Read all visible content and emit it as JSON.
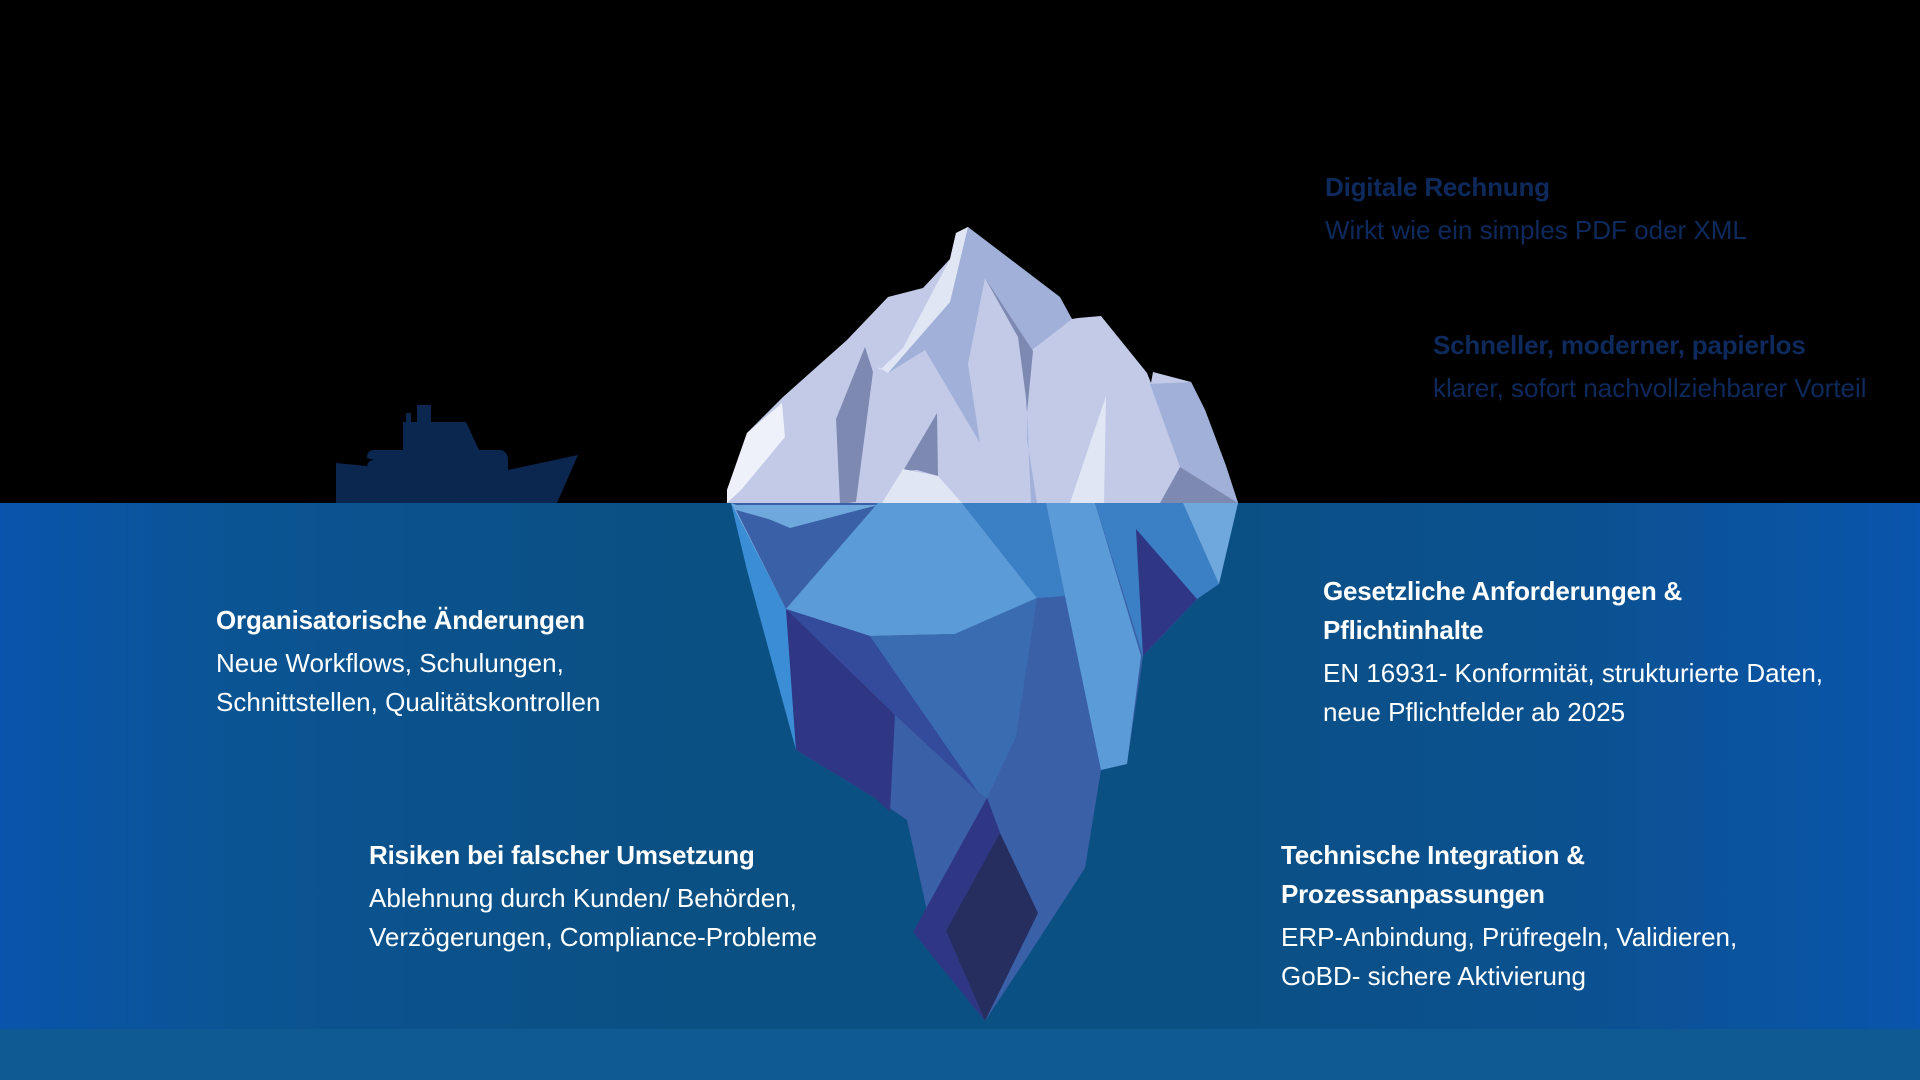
{
  "diagram": {
    "type": "iceberg",
    "colors": {
      "sky": "#000000",
      "water_center": "#0b5083",
      "water_edges": "#0a55ad",
      "seabed": "#0f5a93",
      "ship": "#0b264f",
      "above_text": "#0e2a5c",
      "below_text": "#ffffff"
    },
    "above_water": [
      {
        "title": "Digitale Rechnung",
        "lines": [
          "Wirkt wie ein simples PDF oder XML"
        ]
      },
      {
        "title": "Schneller, moderner, papierlos",
        "lines": [
          "klarer, sofort nachvollziehbarer Vorteil"
        ]
      }
    ],
    "below_water": [
      {
        "title": "Organisatorische Änderungen",
        "lines": [
          "Neue Workflows, Schulungen,",
          "Schnittstellen, Qualitätskontrollen"
        ]
      },
      {
        "title_lines": [
          "Gesetzliche Anforderungen &",
          "Pflichtinhalte"
        ],
        "lines": [
          "EN 16931- Konformität, strukturierte Daten,",
          "neue Pflichtfelder ab 2025"
        ]
      },
      {
        "title": "Risiken bei falscher Umsetzung",
        "lines": [
          "Ablehnung durch Kunden/ Behörden,",
          "Verzögerungen, Compliance-Probleme"
        ]
      },
      {
        "title_lines": [
          "Technische Integration &",
          "Prozessanpassungen"
        ],
        "lines": [
          "ERP-Anbindung, Prüfregeln, Validieren,",
          "GoBD- sichere Aktivierung"
        ]
      }
    ]
  }
}
